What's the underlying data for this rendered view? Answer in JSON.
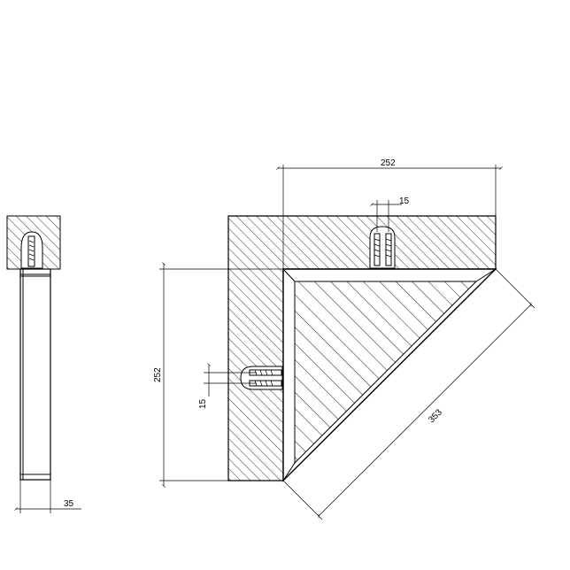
{
  "dimensions": {
    "top_width": "252",
    "side_height": "252",
    "diagonal": "353",
    "fixing_spacing_top": "15",
    "fixing_spacing_side": "15",
    "profile_depth": "35"
  }
}
